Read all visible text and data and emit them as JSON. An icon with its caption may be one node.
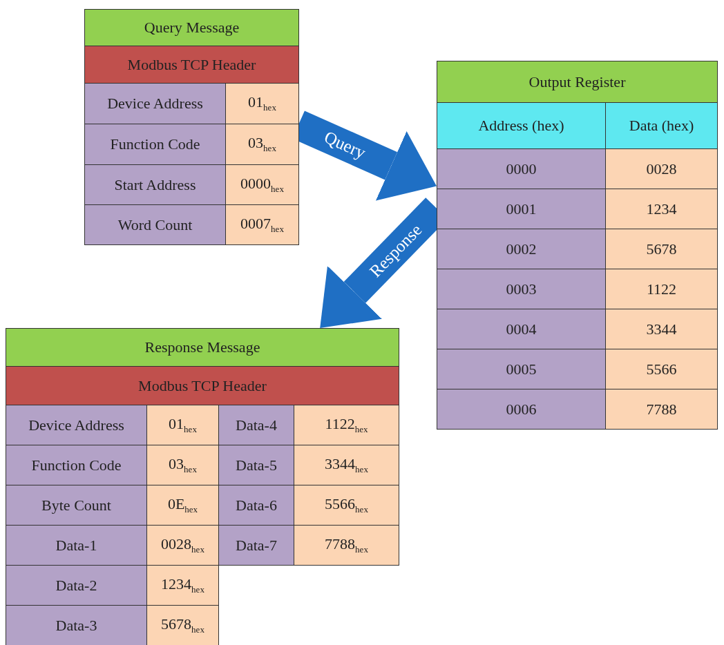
{
  "diagram": {
    "nodes": [
      {
        "text": [
          "Query Message",
          "Modbus TCP Header",
          "Device Address",
          "01$_{hex}$",
          "Function Code",
          "03$_{hex}$",
          "Start Address",
          "0000$_{hex}$",
          "Word Count",
          "0007$_{hex}$"
        ]
      },
      {
        "text": [
          "Output Register",
          "Address (hex)",
          "Data (hex)",
          "0000",
          "0028",
          "0001",
          "1234",
          "0002",
          "5678",
          "0003",
          "1122",
          "0004",
          "3344",
          "0005",
          "5566",
          "0006",
          "7788"
        ]
      },
      {
        "text": [
          "Response Message",
          "Modbus TCP Header",
          "Device Address",
          "01$_{hex}$",
          "Data-4",
          "1122$_{hex}$",
          "Function Code",
          "03$_{hex}$",
          "Data-5",
          "3344$_{hex}$",
          "Byte Count",
          "0E$_{hex}$",
          "Data-6",
          "5566$_{hex}$",
          "Data-1",
          "0028$_{hex}$",
          "Data-7",
          "7788$_{hex}$",
          "Data-2",
          "1234$_{hex}$",
          "Data-3",
          "5678$_{hex}$"
        ]
      }
    ],
    "edges": [
      {
        "from": 0,
        "to": 1,
        "arrow": "to",
        "label": "Query"
      },
      {
        "from": 1,
        "to": 2,
        "arrow": "to",
        "label": "Response"
      }
    ]
  }
}
